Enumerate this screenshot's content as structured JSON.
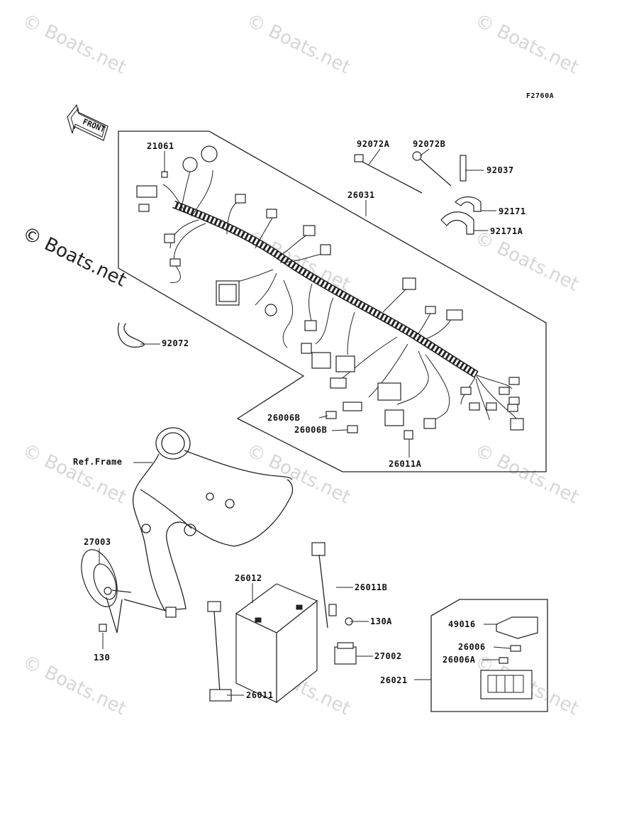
{
  "figure_code": "F2760A",
  "front_label": "FRONT",
  "watermark": "© Boats.net",
  "watermark_prominent": "© Boats.net",
  "parts": {
    "p21061": "21061",
    "p92072A": "92072A",
    "p92072B": "92072B",
    "p92037": "92037",
    "p26031": "26031",
    "p92171": "92171",
    "p92171A": "92171A",
    "p92072": "92072",
    "p26006B_1": "26006B",
    "p26006B_2": "26006B",
    "p26011A": "26011A",
    "ref_frame": "Ref.Frame",
    "p27003": "27003",
    "p26012": "26012",
    "p26011B": "26011B",
    "p130A": "130A",
    "p27002": "27002",
    "p130": "130",
    "p26011": "26011",
    "p49016": "49016",
    "p26006": "26006",
    "p26006A": "26006A",
    "p26021": "26021"
  },
  "colors": {
    "line": "#222222",
    "watermark": "#d6d6d6",
    "background": "#ffffff"
  }
}
